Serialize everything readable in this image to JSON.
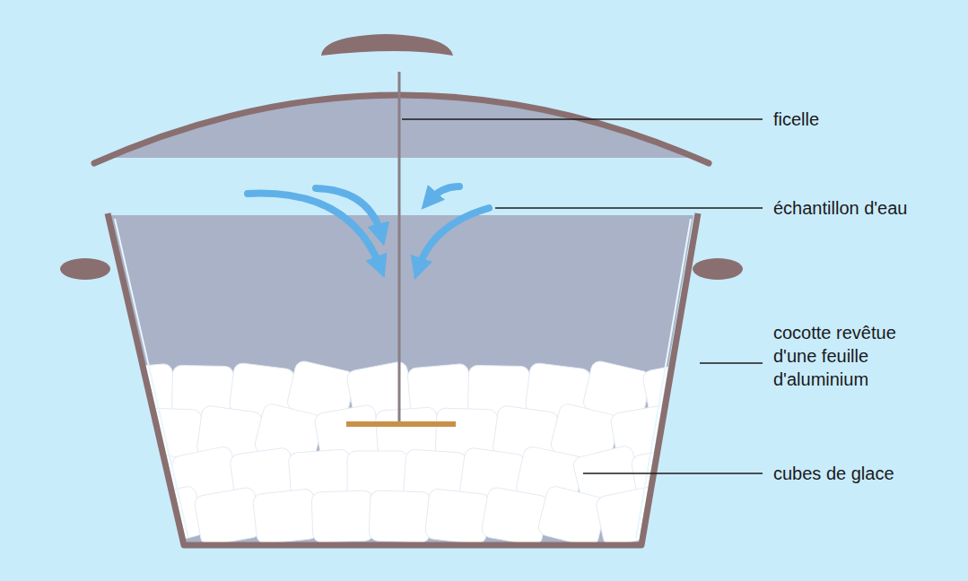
{
  "diagram": {
    "labels": [
      "ficelle",
      "échantillon d'eau",
      "cocotte revêtue d'une feuille d'aluminium",
      "cubes de glace"
    ]
  }
}
